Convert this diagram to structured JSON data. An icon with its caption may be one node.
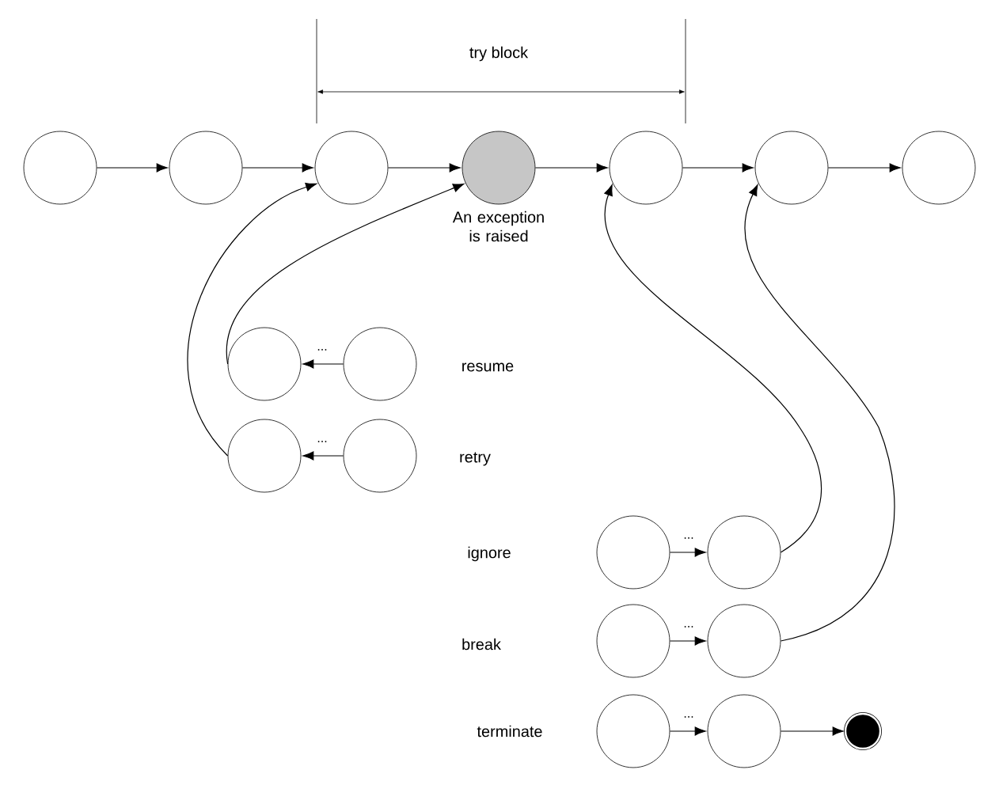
{
  "diagram": {
    "nodes": [
      {
        "text": [],
        "shape": "circle"
      },
      {
        "text": [],
        "shape": "circle"
      },
      {
        "text": [],
        "shape": "circle"
      },
      {
        "text": [],
        "shape": "circle",
        "beside": [
          "An exception is raised"
        ]
      },
      {
        "text": [],
        "shape": "circle"
      },
      {
        "text": [],
        "shape": "circle"
      },
      {
        "text": [],
        "shape": "circle"
      },
      {
        "text": [],
        "shape": "circle"
      },
      {
        "text": [],
        "shape": "circle"
      },
      {
        "text": [],
        "shape": "circle"
      },
      {
        "text": [],
        "shape": "circle"
      },
      {
        "text": [],
        "shape": "circle"
      },
      {
        "text": [],
        "shape": "circle"
      },
      {
        "text": [],
        "shape": "circle"
      },
      {
        "text": [],
        "shape": "circle"
      },
      {
        "text": [],
        "shape": "circle"
      },
      {
        "text": [],
        "shape": "circle"
      },
      {
        "text": [],
        "shape": "circle"
      }
    ],
    "edges": [
      {
        "from": 0,
        "to": 1,
        "arrow": "to"
      },
      {
        "from": 1,
        "to": 2,
        "arrow": "to"
      },
      {
        "from": 2,
        "to": 3,
        "arrow": "to"
      },
      {
        "from": 3,
        "to": 4,
        "arrow": "to"
      },
      {
        "from": 4,
        "to": 5,
        "arrow": "to"
      },
      {
        "from": 5,
        "to": 6,
        "arrow": "to"
      },
      {
        "from": 8,
        "to": 7,
        "arrow": "to",
        "label": "..."
      },
      {
        "from": 10,
        "to": 9,
        "arrow": "to",
        "label": "..."
      },
      {
        "from": 11,
        "to": 12,
        "arrow": "to",
        "label": "..."
      },
      {
        "from": 13,
        "to": 14,
        "arrow": "to",
        "label": "..."
      },
      {
        "from": 15,
        "to": 16,
        "arrow": "to",
        "label": "..."
      },
      {
        "from": 16,
        "to": 17,
        "arrow": "to"
      },
      {
        "from": 7,
        "to": 3,
        "arrow": "to"
      },
      {
        "from": 9,
        "to": 2,
        "arrow": "to"
      },
      {
        "from": 12,
        "to": 4,
        "arrow": "to"
      },
      {
        "from": 14,
        "to": 5,
        "arrow": "to"
      }
    ],
    "labels": [
      "try block",
      "resume",
      "retry",
      "ignore",
      "break",
      "terminate"
    ]
  }
}
